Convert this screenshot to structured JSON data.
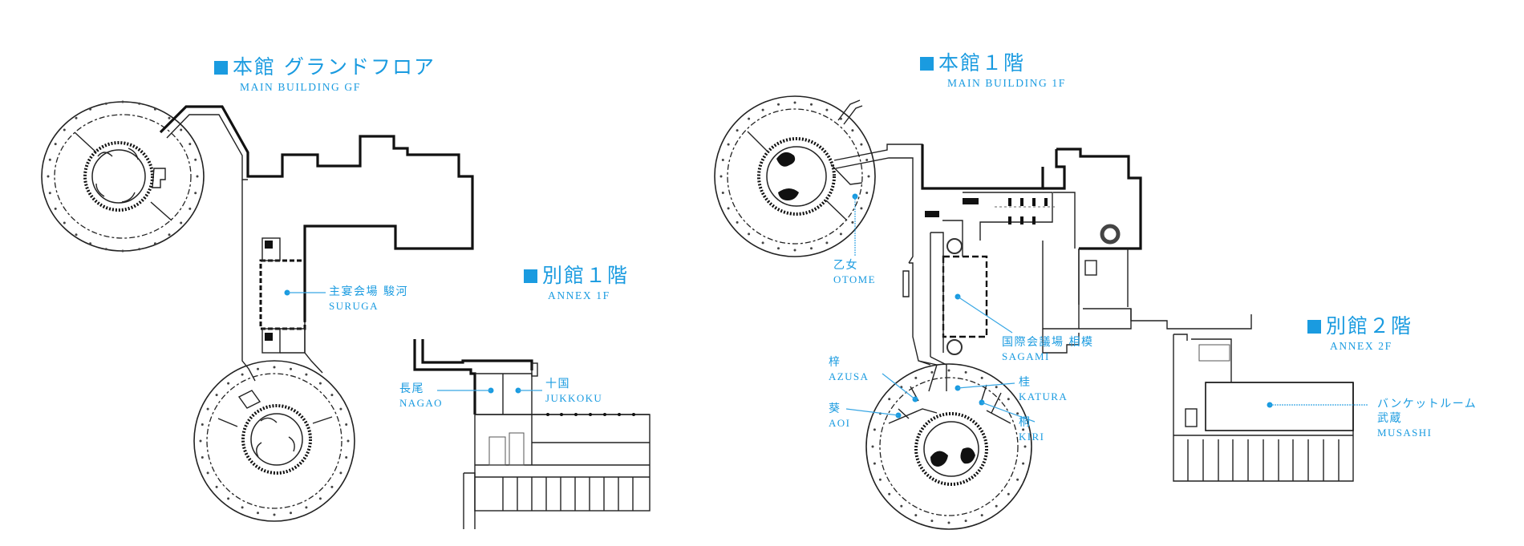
{
  "accent_color": "#1a9be0",
  "sections": {
    "main_gf": {
      "jp": "本館 グランドフロア",
      "en": "MAIN BUILDING GF"
    },
    "annex_1f": {
      "jp": "別館１階",
      "en": "ANNEX 1F"
    },
    "main_1f": {
      "jp": "本館１階",
      "en": "MAIN BUILDING 1F"
    },
    "annex_2f": {
      "jp": "別館２階",
      "en": "ANNEX 2F"
    }
  },
  "rooms": {
    "suruga": {
      "jp": "主宴会場 駿河",
      "en": "SURUGA",
      "floor": "MAIN BUILDING GF"
    },
    "nagao": {
      "jp": "長尾",
      "en": "NAGAO",
      "floor": "ANNEX 1F"
    },
    "jukkoku": {
      "jp": "十国",
      "en": "JUKKOKU",
      "floor": "ANNEX 1F"
    },
    "otome": {
      "jp": "乙女",
      "en": "OTOME",
      "floor": "MAIN BUILDING 1F"
    },
    "sagami": {
      "jp": "国際会議場 相模",
      "en": "SAGAMI",
      "floor": "MAIN BUILDING 1F"
    },
    "azusa": {
      "jp": "梓",
      "en": "AZUSA",
      "floor": "MAIN BUILDING 1F"
    },
    "aoi": {
      "jp": "葵",
      "en": "AOI",
      "floor": "MAIN BUILDING 1F"
    },
    "katura": {
      "jp": "桂",
      "en": "KATURA",
      "floor": "MAIN BUILDING 1F"
    },
    "kiri": {
      "jp": "桐",
      "en": "KIRI",
      "floor": "MAIN BUILDING 1F"
    },
    "musashi": {
      "jp1": "バンケットルーム",
      "jp2": "武蔵",
      "en": "MUSASHI",
      "floor": "ANNEX 2F"
    }
  }
}
